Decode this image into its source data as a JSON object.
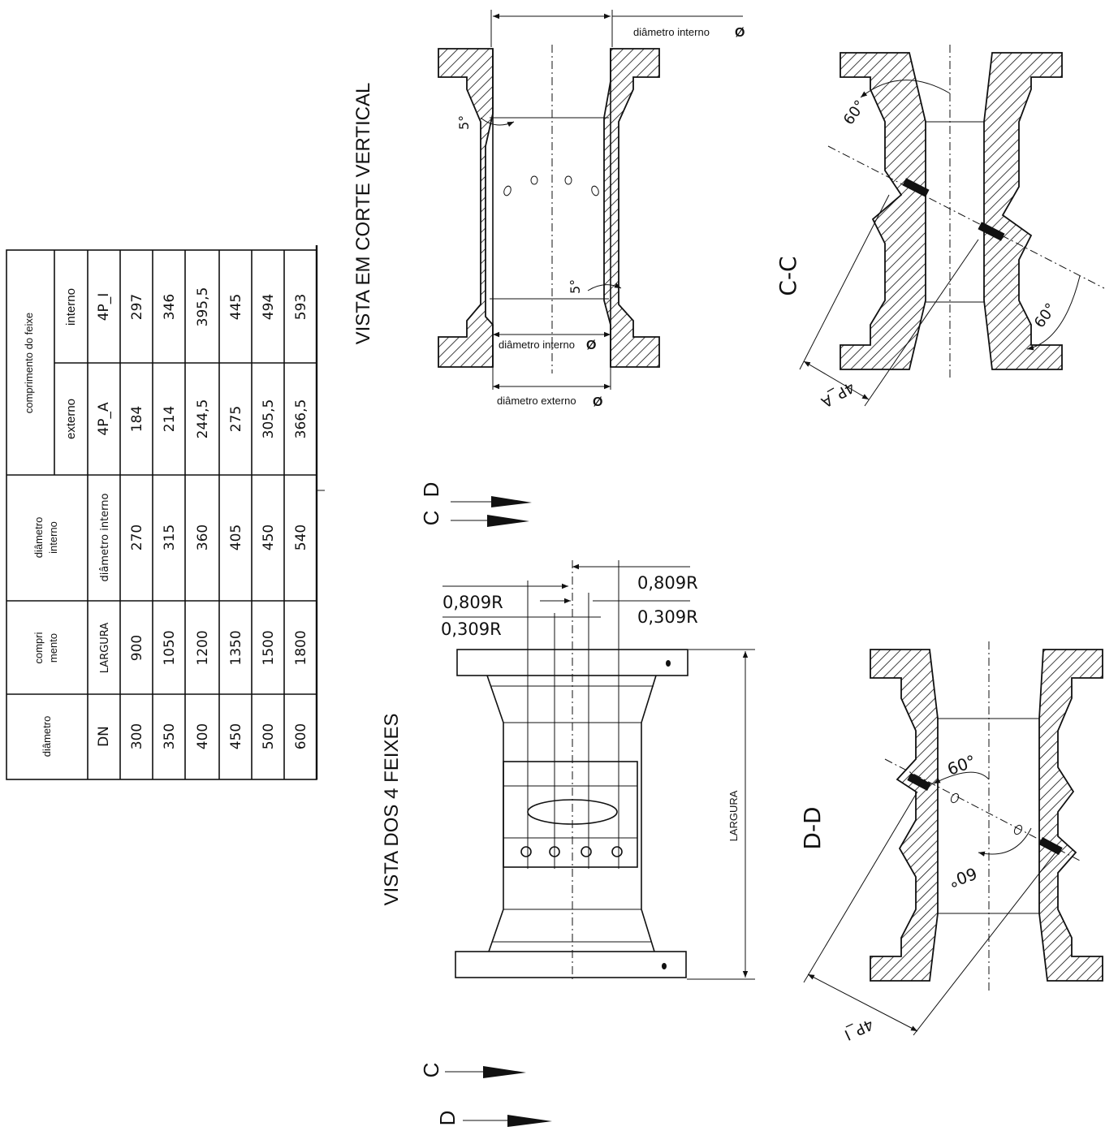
{
  "table": {
    "headers": {
      "diametro": "diâmetro",
      "comprimento": "compri\nmento",
      "diametro_interno": "diâmetro\ninterno",
      "comprimento_feixe": "comprimento do feixe",
      "externo": "externo",
      "interno": "interno"
    },
    "subheaders": [
      "DN",
      "LARGURA",
      "diâmetro interno",
      "4P_A",
      "4P_I"
    ],
    "rows": [
      [
        "300",
        "900",
        "270",
        "184",
        "297"
      ],
      [
        "350",
        "1050",
        "315",
        "214",
        "346"
      ],
      [
        "400",
        "1200",
        "360",
        "244,5",
        "395,5"
      ],
      [
        "450",
        "1350",
        "405",
        "275",
        "445"
      ],
      [
        "500",
        "1500",
        "450",
        "305,5",
        "494"
      ],
      [
        "600",
        "1800",
        "540",
        "366,5",
        "593"
      ]
    ]
  },
  "views": {
    "corte_vertical_title": "VISTA EM CORTE VERTICAL",
    "feixes_title": "VISTA DOS 4 FEIXES",
    "section_c": "C-C",
    "section_d": "D-D",
    "arrow_c": "C",
    "arrow_d": "D"
  },
  "labels": {
    "diametro_interno": "diâmetro interno",
    "diametro_externo": "diâmetro externo",
    "phi": "Ø",
    "five_deg": "5°",
    "sixty_deg": "60°",
    "largura": "LARGURA",
    "r809": "0,809R",
    "r309": "0,309R",
    "four_p_a": "4P_A",
    "four_p_i": "4P_I"
  }
}
